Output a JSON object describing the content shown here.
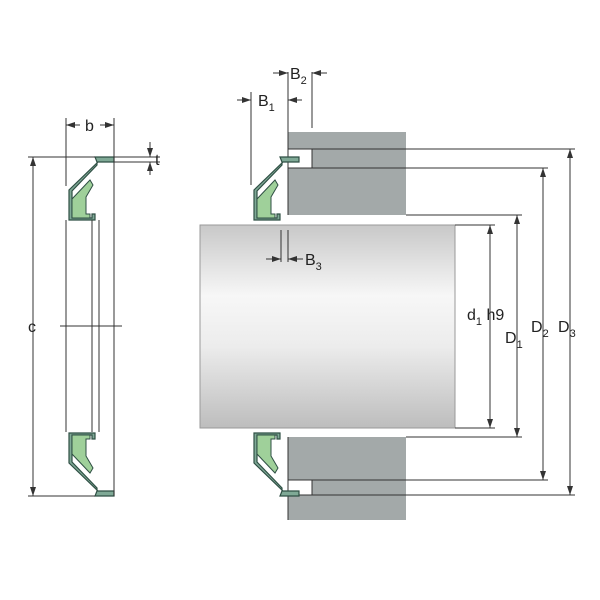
{
  "labels": {
    "b": "b",
    "t": "t",
    "c": "c",
    "B1": "B",
    "B1_sub": "1",
    "B2": "B",
    "B2_sub": "2",
    "B3": "B",
    "B3_sub": "3",
    "d1": "d",
    "d1_sub": "1",
    "d1_tol": " h9",
    "D1": "D",
    "D1_sub": "1",
    "D2": "D",
    "D2_sub": "2",
    "D3": "D",
    "D3_sub": "3"
  },
  "colors": {
    "seal_case": "#7fa996",
    "seal_lip": "#9fd09a",
    "housing": "#a3a9a9",
    "shaft": "#d8d8d8"
  }
}
